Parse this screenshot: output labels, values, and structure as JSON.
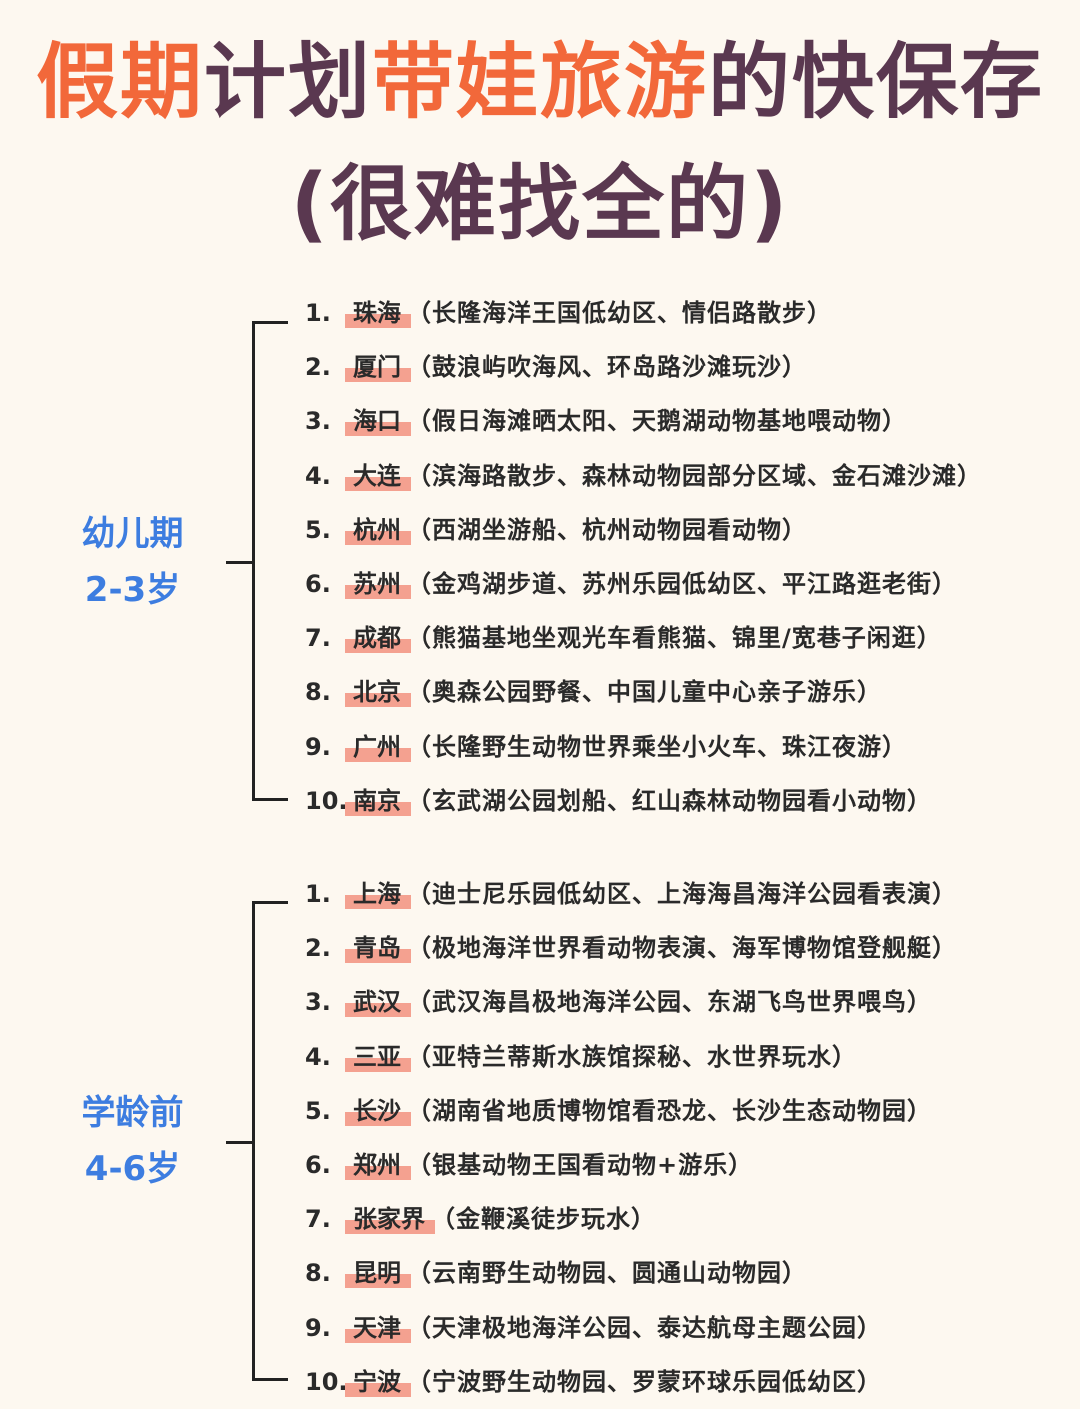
{
  "title": {
    "line1_part1": "假期",
    "line1_part2": "计划",
    "line1_part3": "带娃旅游",
    "line1_part4": "的快保存",
    "line2": "(很难找全的)"
  },
  "colors": {
    "orange": "#f2683a",
    "purple": "#5a3850",
    "blue": "#3d7de0",
    "highlight": "#f4a190"
  },
  "sections": [
    {
      "age_label_line1": "幼儿期",
      "age_label_line2": "2-3岁",
      "items": [
        {
          "num": "1.",
          "city": "珠海",
          "desc": "（长隆海洋王国低幼区、情侣路散步）"
        },
        {
          "num": "2.",
          "city": "厦门",
          "desc": "（鼓浪屿吹海风、环岛路沙滩玩沙）"
        },
        {
          "num": "3.",
          "city": "海口",
          "desc": "（假日海滩晒太阳、天鹅湖动物基地喂动物）"
        },
        {
          "num": "4.",
          "city": "大连",
          "desc": "（滨海路散步、森林动物园部分区域、金石滩沙滩）"
        },
        {
          "num": "5.",
          "city": "杭州",
          "desc": "（西湖坐游船、杭州动物园看动物）"
        },
        {
          "num": "6.",
          "city": "苏州",
          "desc": "（金鸡湖步道、苏州乐园低幼区、平江路逛老街）"
        },
        {
          "num": "7.",
          "city": "成都",
          "desc": "（熊猫基地坐观光车看熊猫、锦里/宽巷子闲逛）"
        },
        {
          "num": "8.",
          "city": "北京",
          "desc": "（奥森公园野餐、中国儿童中心亲子游乐）"
        },
        {
          "num": "9.",
          "city": "广州",
          "desc": "（长隆野生动物世界乘坐小火车、珠江夜游）"
        },
        {
          "num": "10.",
          "city": "南京",
          "desc": "（玄武湖公园划船、红山森林动物园看小动物）"
        }
      ]
    },
    {
      "age_label_line1": "学龄前",
      "age_label_line2": "4-6岁",
      "items": [
        {
          "num": "1.",
          "city": "上海",
          "desc": "（迪士尼乐园低幼区、上海海昌海洋公园看表演）"
        },
        {
          "num": "2.",
          "city": "青岛",
          "desc": "（极地海洋世界看动物表演、海军博物馆登舰艇）"
        },
        {
          "num": "3.",
          "city": "武汉",
          "desc": "（武汉海昌极地海洋公园、东湖飞鸟世界喂鸟）"
        },
        {
          "num": "4.",
          "city": "三亚",
          "desc": "（亚特兰蒂斯水族馆探秘、水世界玩水）"
        },
        {
          "num": "5.",
          "city": "长沙",
          "desc": "（湖南省地质博物馆看恐龙、长沙生态动物园）"
        },
        {
          "num": "6.",
          "city": "郑州",
          "desc": "（银基动物王国看动物+游乐）"
        },
        {
          "num": "7.",
          "city": "张家界",
          "desc": "（金鞭溪徒步玩水）"
        },
        {
          "num": "8.",
          "city": "昆明",
          "desc": "（云南野生动物园、圆通山动物园）"
        },
        {
          "num": "9.",
          "city": "天津",
          "desc": "（天津极地海洋公园、泰达航母主题公园）"
        },
        {
          "num": "10.",
          "city": "宁波",
          "desc": "（宁波野生动物园、罗蒙环球乐园低幼区）"
        }
      ]
    }
  ]
}
